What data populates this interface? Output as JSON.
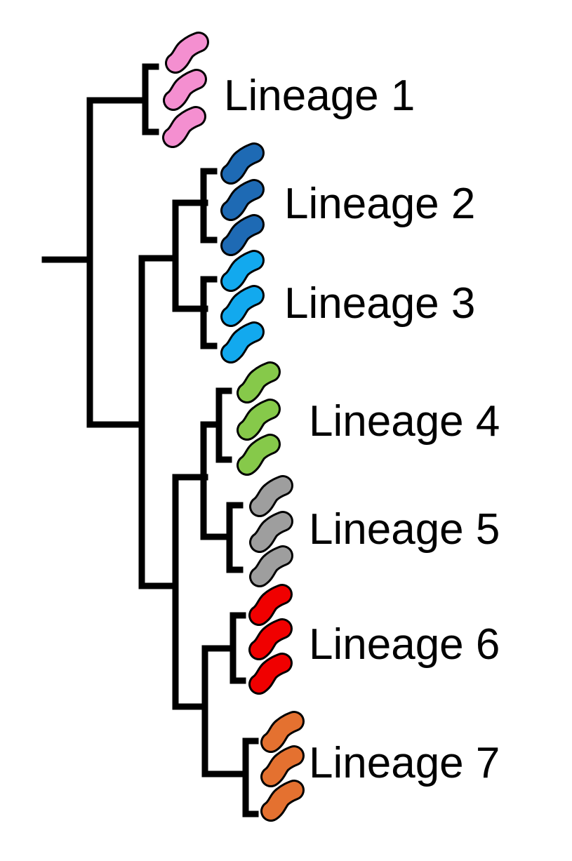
{
  "lineages": [
    {
      "label": "Lineage 1",
      "color": "#f48fd0"
    },
    {
      "label": "Lineage 2",
      "color": "#1e6ab4"
    },
    {
      "label": "Lineage 3",
      "color": "#12a9ee"
    },
    {
      "label": "Lineage 4",
      "color": "#86c94a"
    },
    {
      "label": "Lineage 5",
      "color": "#9e9e9e"
    },
    {
      "label": "Lineage 6",
      "color": "#f00000"
    },
    {
      "label": "Lineage 7",
      "color": "#e47130"
    }
  ],
  "icon": "rod-bacterium-icon"
}
